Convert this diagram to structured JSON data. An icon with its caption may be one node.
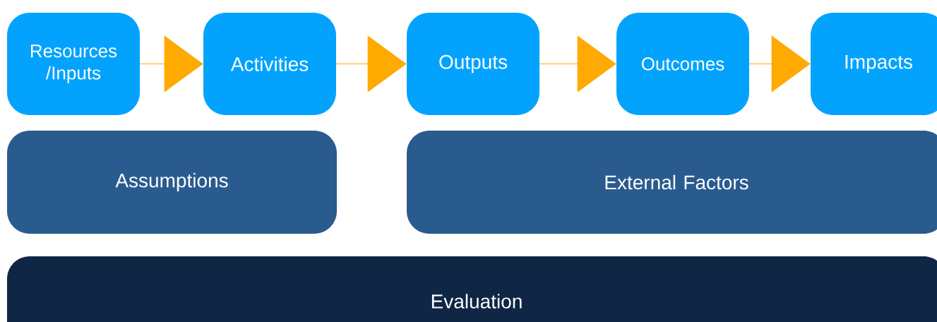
{
  "diagram": {
    "nodes": [
      {
        "text": [
          "Resources /Inputs"
        ]
      },
      {
        "text": [
          "Activities"
        ]
      },
      {
        "text": [
          "Outputs"
        ]
      },
      {
        "text": [
          "Outcomes"
        ]
      },
      {
        "text": [
          "Impacts"
        ]
      },
      {
        "text": [
          "Assumptions"
        ]
      },
      {
        "text": [
          "External Factors"
        ]
      },
      {
        "text": [
          "Evaluation"
        ]
      }
    ],
    "edges": [
      {
        "from": 0,
        "to": 1,
        "arrow": "to"
      },
      {
        "from": 1,
        "to": 2,
        "arrow": "to"
      },
      {
        "from": 2,
        "to": 3,
        "arrow": "to"
      },
      {
        "from": 3,
        "to": 4,
        "arrow": "to"
      }
    ]
  }
}
